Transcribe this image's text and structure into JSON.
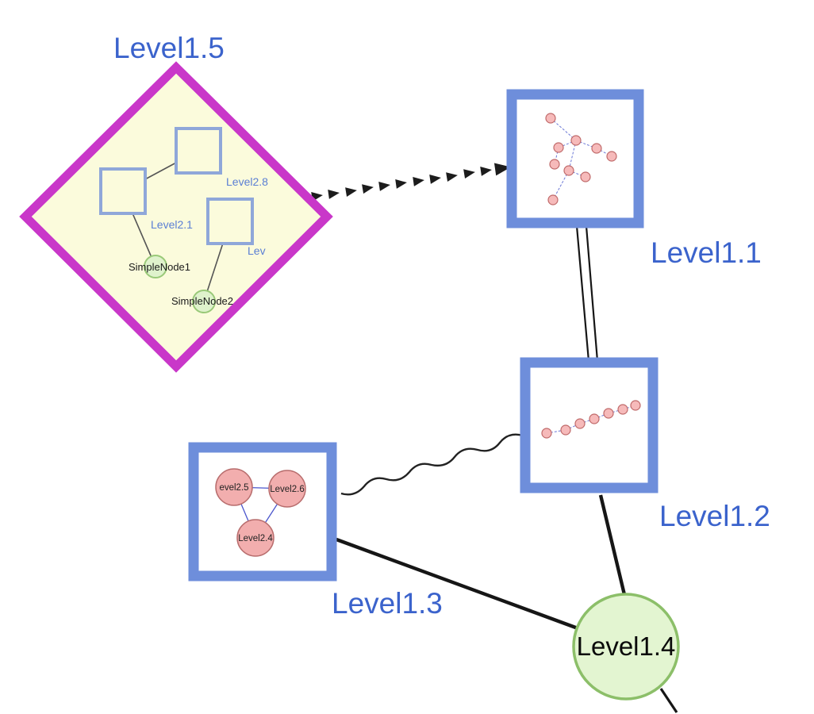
{
  "diagram": {
    "type": "nested-graph-diagram",
    "labels": {
      "level15": "Level1.5",
      "level11": "Level1.1",
      "level12": "Level1.2",
      "level13": "Level1.3",
      "level14": "Level1.4"
    },
    "level15_group": {
      "square_labels": [
        "Level2.8",
        "Level2.1",
        "Lev"
      ],
      "simple_nodes": [
        "SimpleNode1",
        "SimpleNode2"
      ]
    },
    "level13_group": {
      "node_labels": [
        "evel2.5",
        "Level2.6",
        "Level2.4"
      ]
    },
    "edges": [
      {
        "from": "Level1.5",
        "to": "Level1.1",
        "style": "dashed-arrow"
      },
      {
        "from": "Level1.1",
        "to": "Level1.2",
        "style": "double-line"
      },
      {
        "from": "Level1.3",
        "to": "Level1.2",
        "style": "wavy"
      },
      {
        "from": "Level1.3",
        "to": "Level1.4",
        "style": "solid"
      },
      {
        "from": "Level1.2",
        "to": "Level1.4",
        "style": "solid"
      }
    ],
    "colors": {
      "label_blue": "#3b63cc",
      "diamond_stroke": "#c937c9",
      "diamond_fill": "#fbfbdc",
      "box_stroke": "#6e8edb",
      "box_fill": "#ffffff",
      "green_fill": "#dff2cc",
      "green_stroke": "#99c978",
      "big_green_fill": "#e3f5d1",
      "big_green_stroke": "#8cbf69",
      "pink_fill": "#f2aeae",
      "pink_stroke": "#b86d6d",
      "mini_edge_blue": "#6b78d6",
      "edge_black": "#161616"
    }
  }
}
